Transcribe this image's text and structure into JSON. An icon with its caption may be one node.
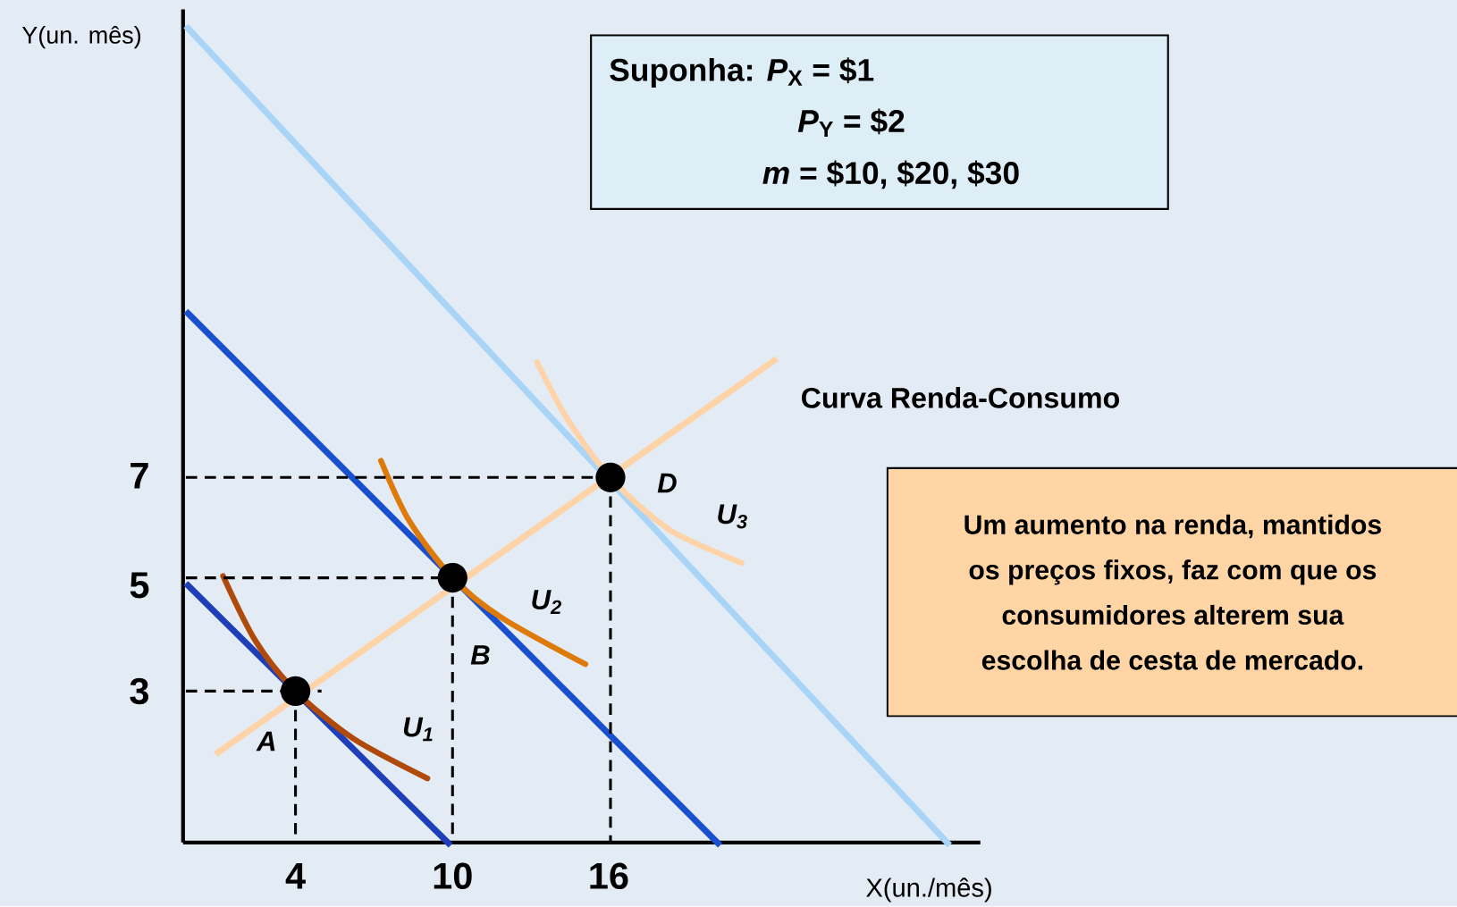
{
  "diagram": {
    "nodes": [
      {
        "text": [
          "Suponha: *P*$_{X}$ = $1",
          "*P*$_{Y}$ = $2",
          "*m* = $10, $20, $30"
        ]
      },
      {
        "text": [
          "Um aumento na renda, mantidos os preços fixos, faz com que os consumidores alterem sua escolha de cesta de mercado."
        ]
      }
    ],
    "labels": [
      "Y(un. mês)",
      "7",
      "5",
      "3",
      "Curva Renda-Consumo",
      "D",
      "U$_{3}$",
      "U$_{2}$",
      "B",
      "U$_{1}$",
      "A",
      "4",
      "10",
      "16",
      "X(un./mês)"
    ]
  }
}
